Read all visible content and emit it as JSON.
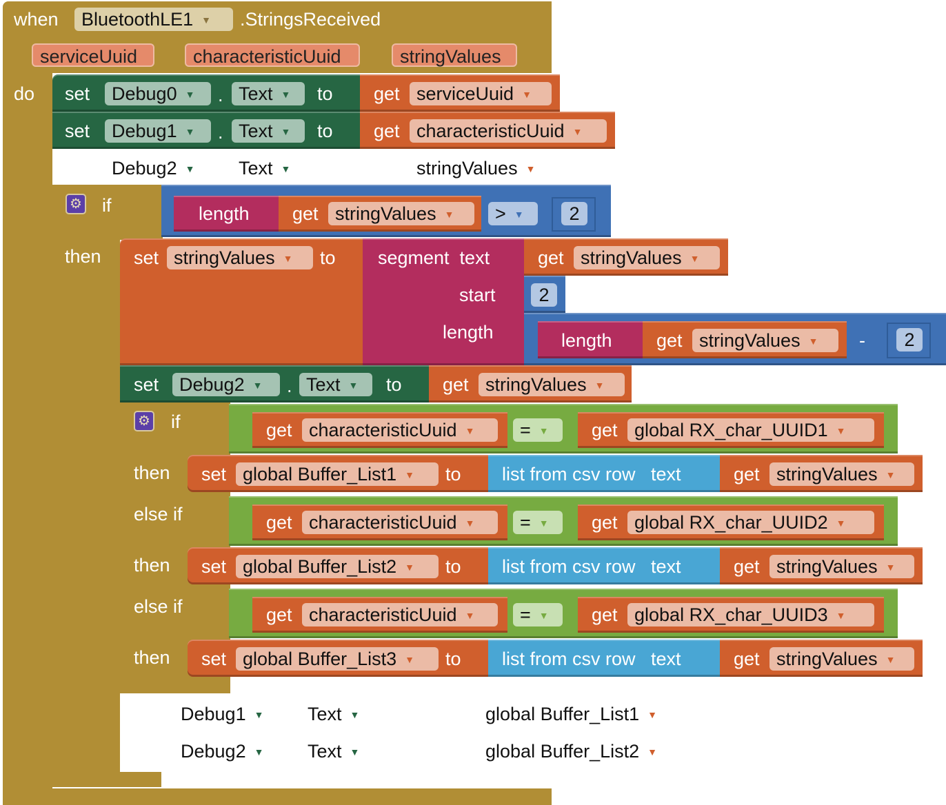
{
  "event": {
    "when_label": "when",
    "component": "BluetoothLE1",
    "event_name": ".StringsReceived",
    "params": [
      "serviceUuid",
      "characteristicUuid",
      "stringValues"
    ],
    "do_label": "do"
  },
  "labels": {
    "set": "set",
    "get": "get",
    "to": "to",
    "dot": ".",
    "if": "if",
    "then": "then",
    "else_if": "else if",
    "length": "length",
    "segment_text": "segment  text",
    "start": "start",
    "list_from_csv": "list from csv row   text",
    "minus": "-"
  },
  "stmts": {
    "s1": {
      "component": "Debug0",
      "property": "Text",
      "value_var": "serviceUuid"
    },
    "s2": {
      "component": "Debug1",
      "property": "Text",
      "value_var": "characteristicUuid"
    },
    "s3_disabled": {
      "component": "Debug2",
      "property": "Text",
      "value_var": "stringValues"
    }
  },
  "outer_if": {
    "cond_var": "stringValues",
    "operator": ">",
    "compare_value": "2",
    "then_set_var": "stringValues",
    "segment_text_var": "stringValues",
    "segment_start": "2",
    "segment_length_var": "stringValues",
    "segment_length_minus": "2",
    "debug_set": {
      "component": "Debug2",
      "property": "Text",
      "value_var": "stringValues"
    }
  },
  "inner_if": {
    "branches": [
      {
        "left_var": "characteristicUuid",
        "operator": "=",
        "right_var": "global RX_char_UUID1",
        "set_var": "global Buffer_List1",
        "csv_var": "stringValues"
      },
      {
        "left_var": "characteristicUuid",
        "operator": "=",
        "right_var": "global RX_char_UUID2",
        "set_var": "global Buffer_List2",
        "csv_var": "stringValues"
      },
      {
        "left_var": "characteristicUuid",
        "operator": "=",
        "right_var": "global RX_char_UUID3",
        "set_var": "global Buffer_List3",
        "csv_var": "stringValues"
      }
    ]
  },
  "disabled_tail": [
    {
      "component": "Debug1",
      "property": "Text",
      "value_var": "global Buffer_List1"
    },
    {
      "component": "Debug2",
      "property": "Text",
      "value_var": "global Buffer_List2"
    }
  ],
  "colors": {
    "event": "#b18e35",
    "component_set": "#266643",
    "variable": "#d05f2d",
    "text": "#b32d5e",
    "math": "#3f71b5",
    "logic": "#77ab41",
    "list": "#49a6d4"
  }
}
